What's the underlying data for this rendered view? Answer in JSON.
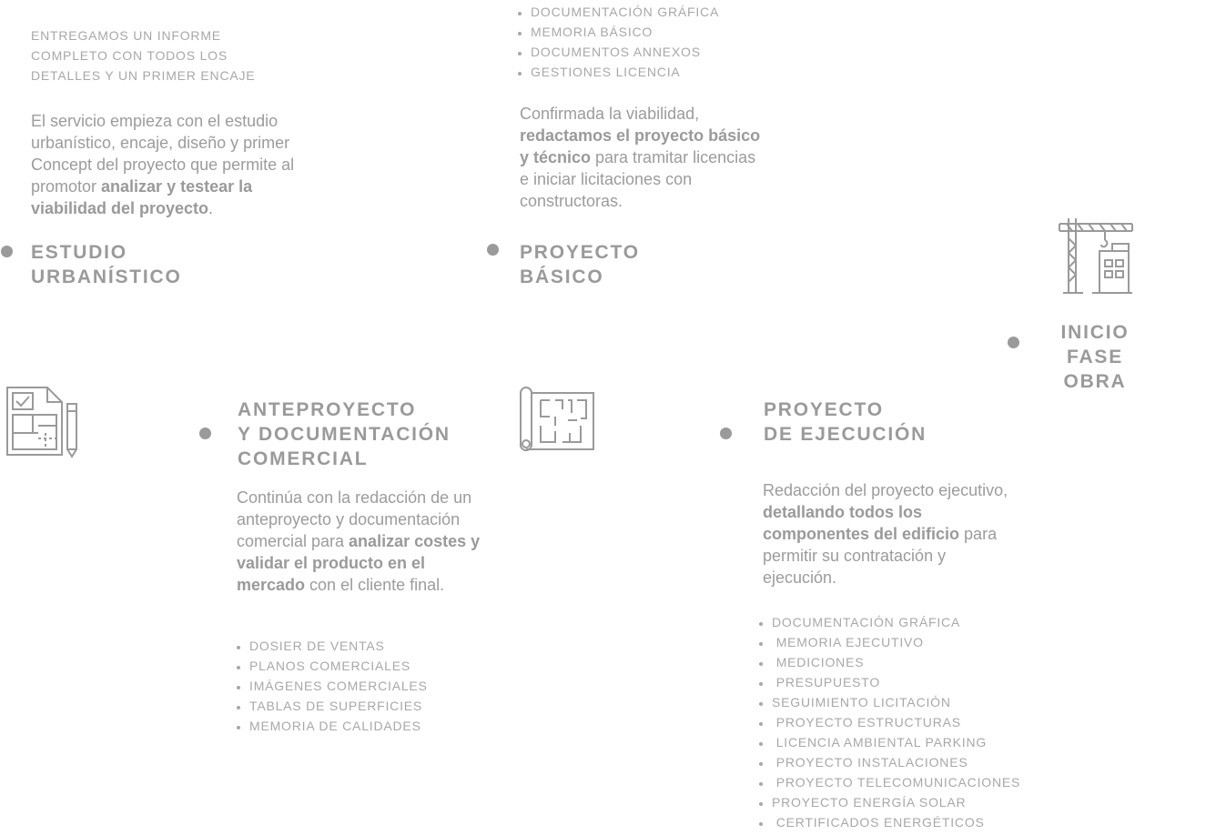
{
  "estudio": {
    "summary": "ENTREGAMOS UN INFORME COMPLETO CON TODOS LOS DETALLES Y UN PRIMER ENCAJE",
    "desc_1": "El servicio empieza con el estudio urbanístico, encaje, diseño y primer Concept del proyecto que permite al promotor ",
    "desc_bold": "analizar y testear la viabilidad del proyecto",
    "desc_2": ".",
    "title_1": "ESTUDIO",
    "title_2": "URBANÍSTICO"
  },
  "basico": {
    "list": [
      "DOCUMENTACIÓN GRÁFICA",
      "MEMORIA BÁSICO",
      "DOCUMENTOS ANNEXOS",
      "GESTIONES LICENCIA"
    ],
    "desc_1": "Confirmada la viabilidad, ",
    "desc_bold": "redactamos el proyecto básico y técnico",
    "desc_2": " para tramitar licencias e iniciar licitaciones con constructoras.",
    "title_1": "PROYECTO",
    "title_2": "BÁSICO"
  },
  "obra": {
    "title_1": "INICIO",
    "title_2": "FASE OBRA",
    "icon": "crane-building-icon"
  },
  "anteproyecto": {
    "icon": "blueprint-pencil-icon",
    "title_1": "ANTEPROYECTO",
    "title_2": "Y DOCUMENTACIÓN",
    "title_3": "COMERCIAL",
    "desc_1": "Continúa con la redacción de un anteproyecto y documentación comercial para ",
    "desc_bold": "analizar costes y validar el producto en el mercado",
    "desc_2": " con el cliente final.",
    "list": [
      "DOSIER DE VENTAS",
      "PLANOS COMERCIALES",
      "IMÁGENES COMERCIALES",
      "TABLAS DE SUPERFICIES",
      "MEMORIA DE CALIDADES"
    ]
  },
  "ejecucion": {
    "icon": "blueprint-roll-icon",
    "title_1": "PROYECTO",
    "title_2": "DE EJECUCIÓN",
    "desc_1": "Redacción del proyecto ejecutivo, ",
    "desc_bold": "detallando todos los componentes del edificio",
    "desc_2": " para permitir su contratación y ejecución.",
    "list": [
      "DOCUMENTACIÓN GRÁFICA",
      " MEMORIA EJECUTIVO",
      " MEDICIONES",
      " PRESUPUESTO",
      "SEGUIMIENTO LICITACIÓN",
      " PROYECTO ESTRUCTURAS",
      " LICENCIA AMBIENTAL PARKING",
      " PROYECTO INSTALACIONES",
      " PROYECTO TELECOMUNICACIONES",
      "PROYECTO ENERGÍA SOLAR",
      " CERTIFICADOS ENERGÉTICOS"
    ]
  }
}
